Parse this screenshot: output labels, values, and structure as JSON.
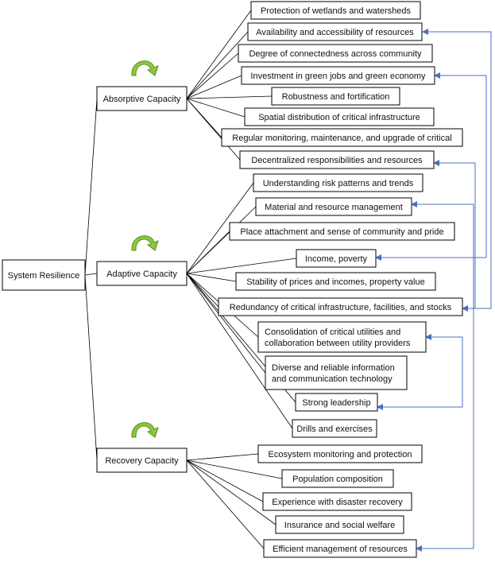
{
  "root": {
    "label": "System Resilience"
  },
  "capacities": [
    {
      "label": "Absorptive Capacity",
      "icon": "cycle-arrow-icon",
      "factors": [
        "Protection of wetlands and watersheds",
        "Availability and accessibility of resources",
        "Degree of connectedness across community",
        "Investment in green jobs and green economy",
        "Robustness and fortification",
        "Spatial distribution of critical infrastructure",
        "Regular monitoring, maintenance, and upgrade of critical",
        "Decentralized responsibilities and resources"
      ]
    },
    {
      "label": "Adaptive Capacity",
      "icon": "cycle-arrow-icon",
      "factors": [
        "Understanding risk patterns and trends",
        "Material and resource management",
        "Place attachment and sense of community and pride",
        "Income, poverty",
        "Stability of prices and incomes, property value",
        "Redundancy of critical infrastructure, facilities, and stocks",
        "Consolidation of critical utilities and collaboration between utility providers",
        "Diverse and reliable information and communication technology",
        "Strong leadership",
        "Drills and exercises"
      ]
    },
    {
      "label": "Recovery Capacity",
      "icon": "cycle-arrow-icon",
      "factors": [
        "Ecosystem monitoring and protection",
        "Population composition",
        "Experience with disaster recovery",
        "Insurance and social welfare",
        "Efficient management of resources"
      ]
    }
  ],
  "colors": {
    "feedback_arrow": "#4a6fc1",
    "cycle_icon": "#8cc63f"
  }
}
